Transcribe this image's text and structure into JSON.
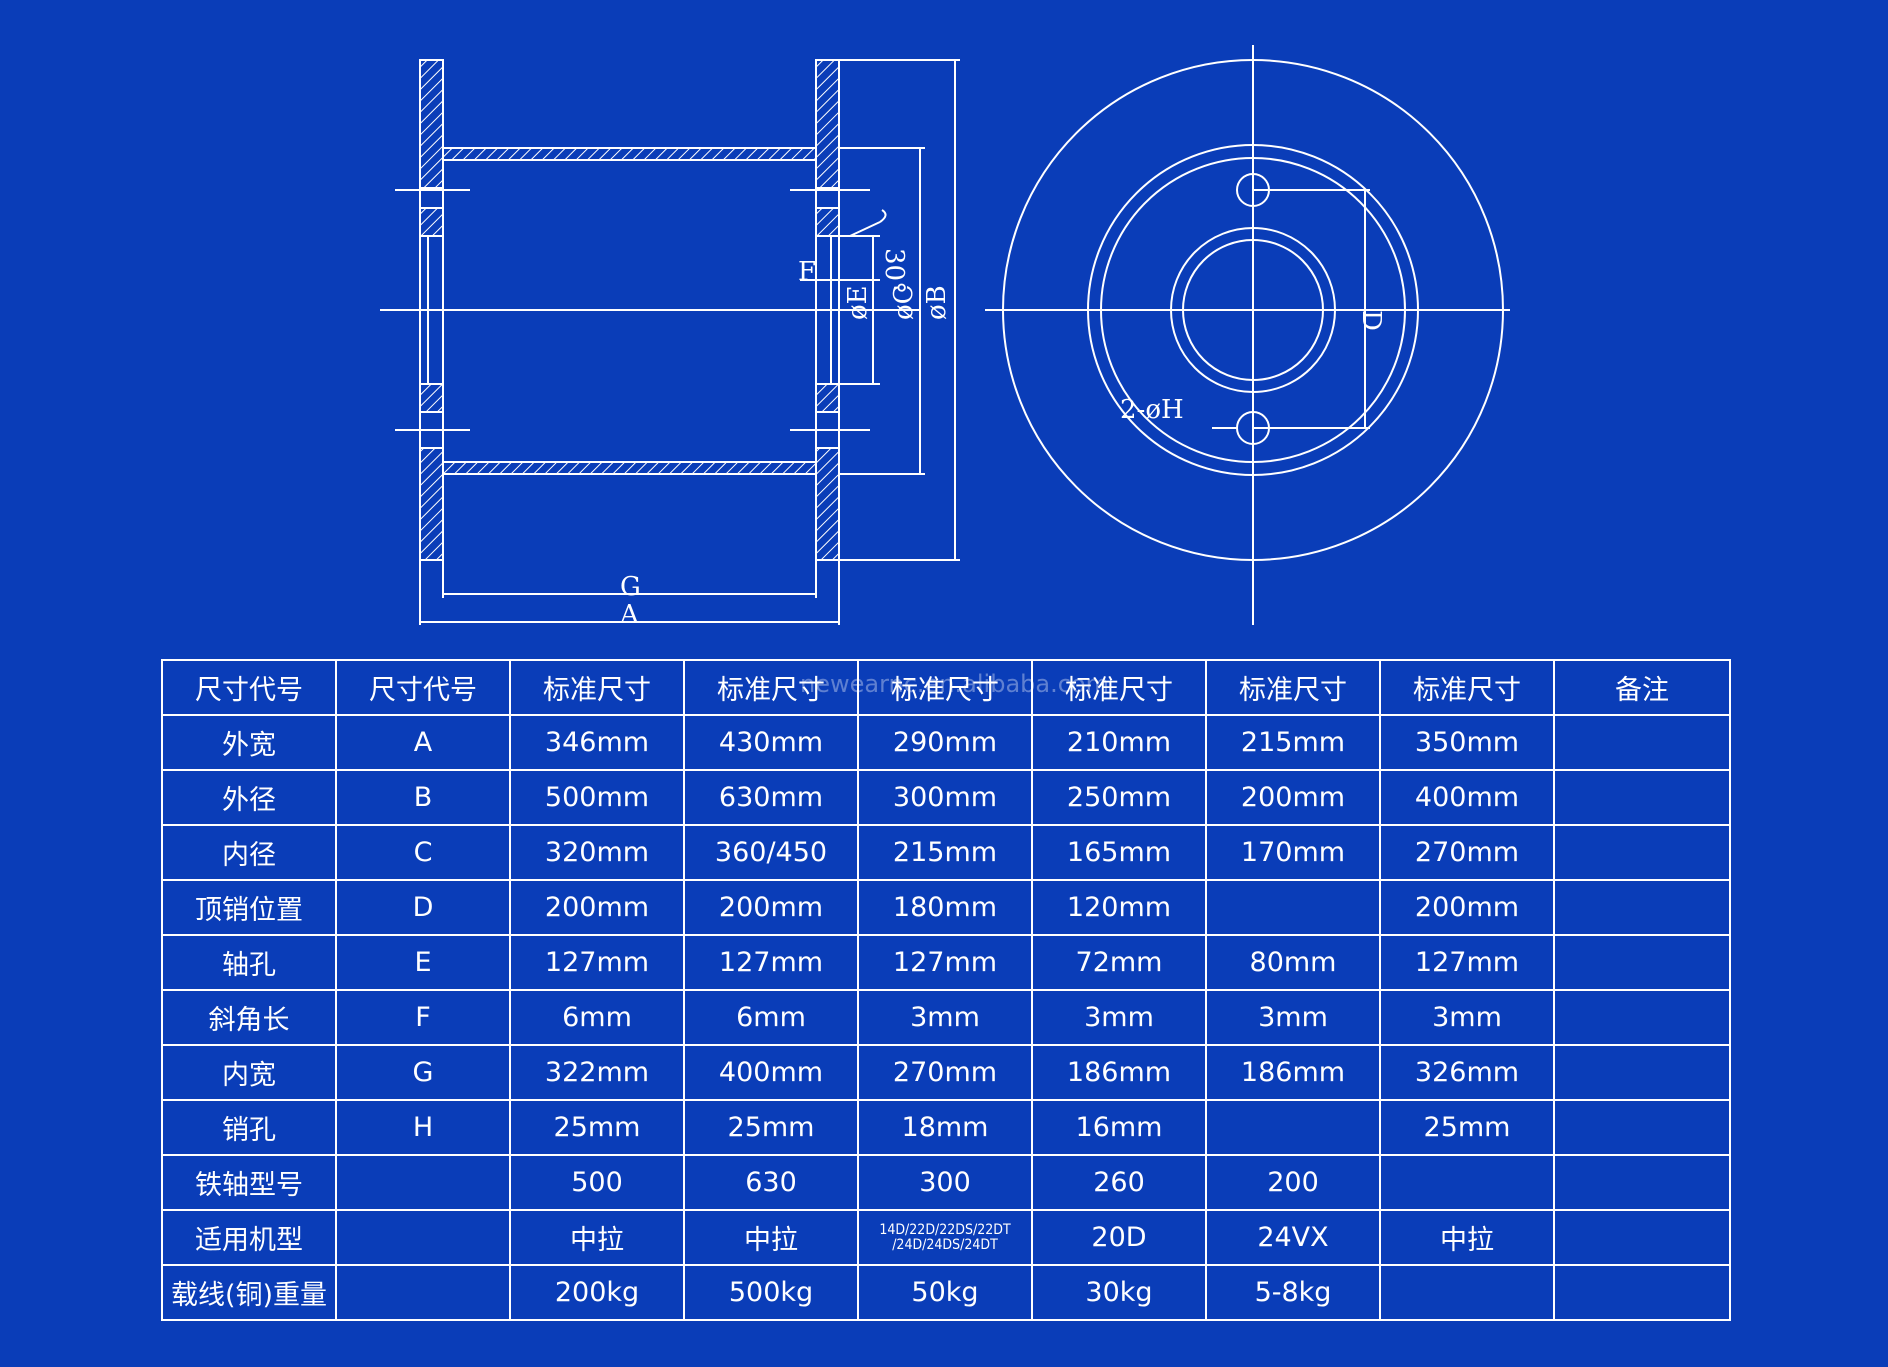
{
  "drawing": {
    "side_view_labels": {
      "A": "A",
      "G": "G",
      "phiB": "øB",
      "phiC": "øC",
      "phiE": "øE",
      "F": "F",
      "chamfer": "30°"
    },
    "front_view_labels": {
      "D": "D",
      "pin_holes": "2-øH"
    }
  },
  "table": {
    "header": [
      "尺寸代号",
      "尺寸代号",
      "标准尺寸",
      "标准尺寸",
      "标准尺寸",
      "标准尺寸",
      "标准尺寸",
      "标准尺寸",
      "备注"
    ],
    "rows": [
      [
        "外宽",
        "A",
        "346mm",
        "430mm",
        "290mm",
        "210mm",
        "215mm",
        "350mm",
        ""
      ],
      [
        "外径",
        "B",
        "500mm",
        "630mm",
        "300mm",
        "250mm",
        "200mm",
        "400mm",
        ""
      ],
      [
        "内径",
        "C",
        "320mm",
        "360/450",
        "215mm",
        "165mm",
        "170mm",
        "270mm",
        ""
      ],
      [
        "顶销位置",
        "D",
        "200mm",
        "200mm",
        "180mm",
        "120mm",
        "",
        "200mm",
        ""
      ],
      [
        "轴孔",
        "E",
        "127mm",
        "127mm",
        "127mm",
        "72mm",
        "80mm",
        "127mm",
        ""
      ],
      [
        "斜角长",
        "F",
        "6mm",
        "6mm",
        "3mm",
        "3mm",
        "3mm",
        "3mm",
        ""
      ],
      [
        "内宽",
        "G",
        "322mm",
        "400mm",
        "270mm",
        "186mm",
        "186mm",
        "326mm",
        ""
      ],
      [
        "销孔",
        "H",
        "25mm",
        "25mm",
        "18mm",
        "16mm",
        "",
        "25mm",
        ""
      ],
      [
        "铁轴型号",
        "",
        "500",
        "630",
        "300",
        "260",
        "200",
        "",
        ""
      ],
      [
        "适用机型",
        "",
        "中拉",
        "中拉",
        "14D/22D/22DS/22DT /24D/24DS/24DT",
        "20D",
        "24VX",
        "中拉",
        ""
      ],
      [
        "载线(铜)重量",
        "",
        "200kg",
        "500kg",
        "50kg",
        "30kg",
        "5-8kg",
        "",
        ""
      ]
    ]
  },
  "watermark": "newearnc.en.alibaba.com",
  "colors": {
    "background": "#0a3db8",
    "line": "#ffffff"
  }
}
